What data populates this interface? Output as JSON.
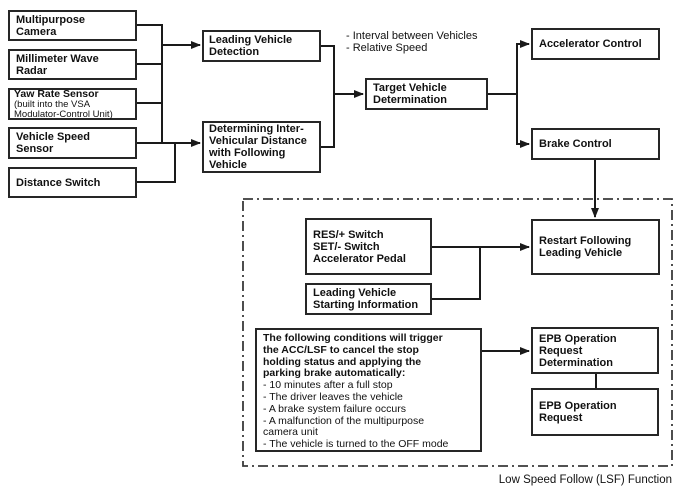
{
  "diagram": {
    "caption": "Low Speed Follow (LSF) Function",
    "sensors": {
      "multipurpose_camera": "Multipurpose\nCamera",
      "millimeter_wave_radar": "Millimeter Wave\nRadar",
      "yaw_rate_sensor": "Yaw Rate Sensor",
      "yaw_rate_sensor_note": "(built into the VSA\nModulator-Control Unit)",
      "vehicle_speed_sensor": "Vehicle Speed\nSensor",
      "distance_switch": "Distance Switch"
    },
    "processing": {
      "leading_vehicle_detection": "Leading Vehicle\nDetection",
      "inter_vehicular_distance": "Determining Inter-\nVehicular Distance\nwith Following\nVehicle",
      "signals_note": "- Interval between Vehicles\n- Relative Speed",
      "target_vehicle_determination": "Target Vehicle\nDetermination"
    },
    "controls": {
      "accelerator_control": "Accelerator Control",
      "brake_control": "Brake Control"
    },
    "lsf": {
      "driver_inputs": "RES/+ Switch\nSET/- Switch\nAccelerator Pedal",
      "leading_vehicle_starting_information": "Leading Vehicle\nStarting Information",
      "restart_following_leading_vehicle": "Restart Following\nLeading Vehicle",
      "cancel_conditions_header": "The following conditions will trigger\nthe ACC/LSF to cancel the stop\nholding status and applying the\nparking brake automatically:",
      "cancel_conditions_list": "- 10 minutes after a full stop\n- The driver leaves the vehicle\n- A brake system failure occurs\n- A malfunction of the multipurpose\ncamera unit\n- The vehicle is turned to the OFF mode",
      "epb_operation_request_determination": "EPB Operation\nRequest\nDetermination",
      "epb_operation_request": "EPB Operation\nRequest"
    }
  }
}
